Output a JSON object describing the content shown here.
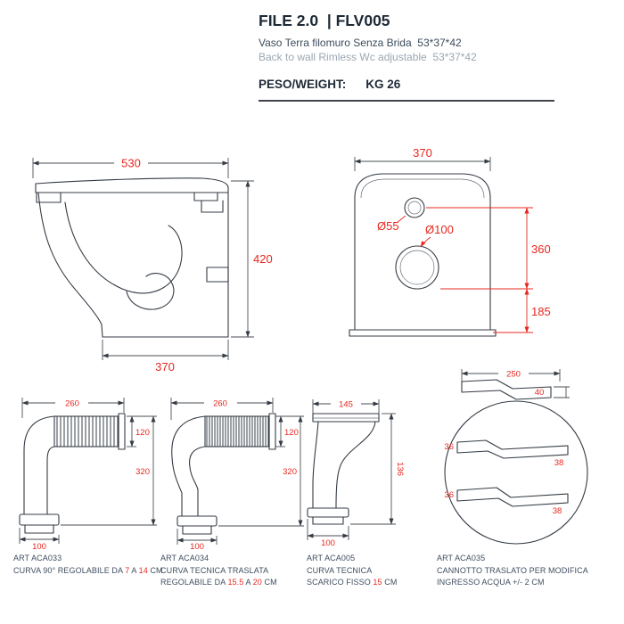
{
  "header": {
    "title": "FILE 2.0  | FLV005",
    "desc_it": "Vaso Terra filomuro Senza Brida  53*37*42",
    "desc_en": "Back to wall Rimless Wc adjustable  53*37*42",
    "weight_label": "PESO/WEIGHT:",
    "weight_value": "KG 26"
  },
  "side_view": {
    "dim_top": "530",
    "dim_height": "420",
    "dim_bottom": "370"
  },
  "back_view": {
    "dim_top": "370",
    "dim_hole_small": "Ø55",
    "dim_hole_large": "Ø100",
    "dim_height_upper": "360",
    "dim_height_lower": "185"
  },
  "accessory1": {
    "dim_top": "260",
    "dim_mid": "120",
    "dim_side": "320",
    "dim_bottom": "100",
    "art": "ART ACA033",
    "line1_a": "CURVA 90° REGOLABILE DA ",
    "line1_n1": "7",
    "line1_b": " A ",
    "line1_n2": "14",
    "line1_c": " CM"
  },
  "accessory2": {
    "dim_top": "260",
    "dim_mid": "120",
    "dim_side": "320",
    "dim_bottom": "100",
    "art": "ART ACA034",
    "line1": "CURVA TECNICA TRASLATA",
    "line2_a": "REGOLABILE DA ",
    "line2_n1": "15.5",
    "line2_b": " A ",
    "line2_n2": "20",
    "line2_c": " CM"
  },
  "accessory3": {
    "dim_top": "145",
    "dim_side": "136",
    "dim_bottom": "100",
    "art": "ART ACA005",
    "line1": "CURVA TECNICA",
    "line2_a": "SCARICO FISSO ",
    "line2_n1": "15",
    "line2_b": " CM"
  },
  "accessory4": {
    "dim_top": "250",
    "dim_piece": "40",
    "dim_upper_left": "36",
    "dim_upper_right": "38",
    "dim_lower_left": "36",
    "dim_lower_right": "38",
    "art": "ART ACA035",
    "line1": "CANNOTTO TRASLATO PER MODIFICA",
    "line2": "INGRESSO ACQUA +/- 2 CM"
  },
  "colors": {
    "dimension_red": "#e8281f",
    "drawing_stroke": "#343b44",
    "caption_text": "#3f4e60",
    "title_text": "#1d2a36",
    "subtitle_muted": "#9aa7b2"
  }
}
